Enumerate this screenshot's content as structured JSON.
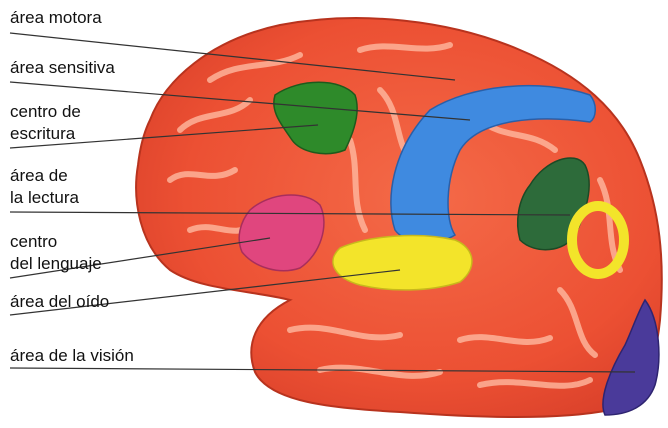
{
  "labels": {
    "area_motora": "área motora",
    "area_sensitiva": "área sensitiva",
    "centro_escritura_1": "centro de",
    "centro_escritura_2": "escritura",
    "area_lectura_1": "área de",
    "area_lectura_2": "la lectura",
    "centro_lenguaje_1": "centro",
    "centro_lenguaje_2": "del lenguaje",
    "area_oido": "área del oído",
    "area_vision": "área de la visión"
  },
  "colors": {
    "cortex": "#ef5a3c",
    "cortex_dark": "#c93a22",
    "gyri_light": "#ffb9a0",
    "motor_green": "#2e8a2a",
    "sensory_blue": "#3f8ae0",
    "reading_green": "#2d6b3a",
    "language_pink": "#e0467e",
    "hearing_yellow": "#f3e42a",
    "vision_purple": "#4a3a9a",
    "leader_line": "#333333"
  }
}
